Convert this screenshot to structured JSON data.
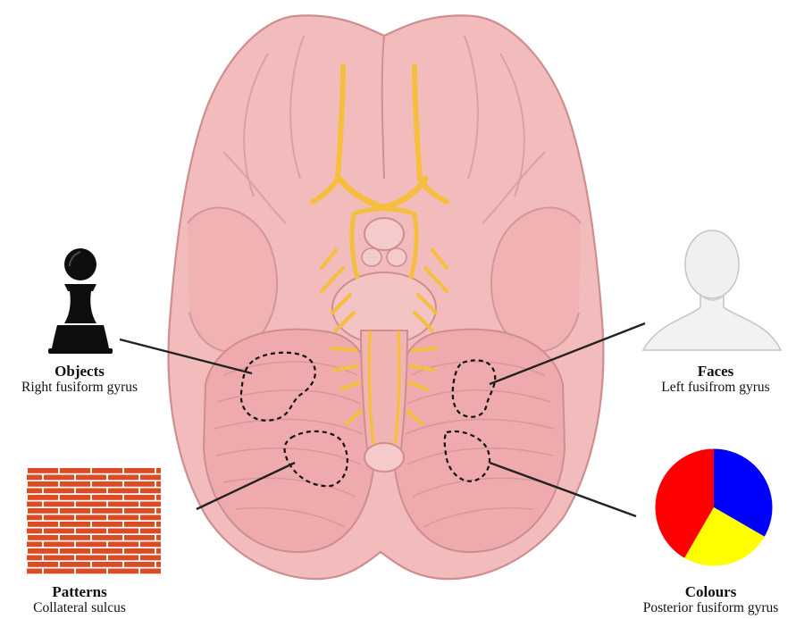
{
  "labels": {
    "objects": {
      "title": "Objects",
      "region": "Right fusiform gyrus"
    },
    "faces": {
      "title": "Faces",
      "region": "Left fusifrom gyrus"
    },
    "patterns": {
      "title": "Patterns",
      "region": "Collateral sulcus"
    },
    "colours": {
      "title": "Colours",
      "region": "Posterior fusiform gyrus"
    }
  },
  "icons": [
    "chess-pawn-icon",
    "human-head-bust-icon",
    "brick-wall-icon",
    "color-wheel-icon"
  ],
  "colors": {
    "brain_fill": "#f2bcbc",
    "brain_stroke": "#cf8d8f",
    "vessels": "#f6be3f",
    "pawn": "#0e0e0e",
    "bust": "#f2f2f2",
    "brick": "#dc4c24",
    "mortar": "#ffffff",
    "wheel": [
      "#ff0000",
      "#0000ff",
      "#ffff00"
    ],
    "pointer": "#222222"
  }
}
